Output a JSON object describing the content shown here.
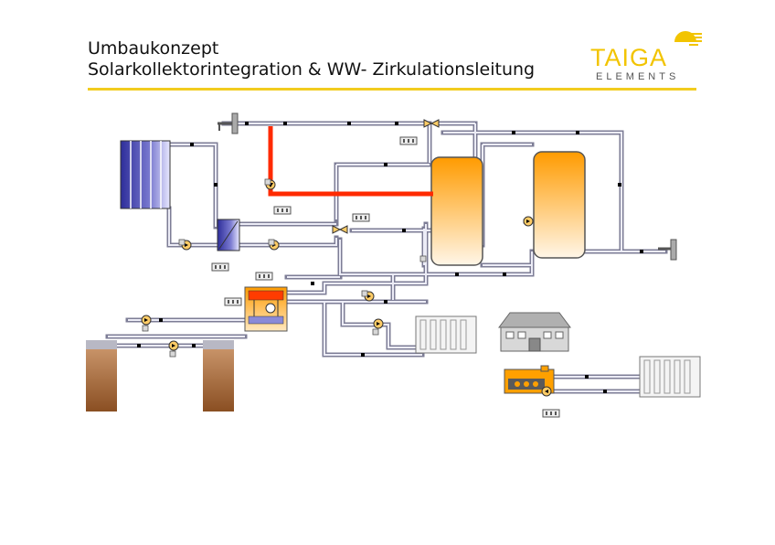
{
  "header": {
    "title_line1": "Umbaukonzept",
    "title_line2": "Solarkollektorintegration & WW- Zirkulationsleitung"
  },
  "logo": {
    "brand": "TAIGA",
    "tagline": "ELEMENTS",
    "icon": "sun-icon"
  },
  "colors": {
    "accent_yellow": "#f2cc1f",
    "hot_line_red": "#ff2a00",
    "tank_orange": "#ff9b00",
    "collector_blue": "#3a3aa8",
    "earth_brown": "#a5662f"
  }
}
